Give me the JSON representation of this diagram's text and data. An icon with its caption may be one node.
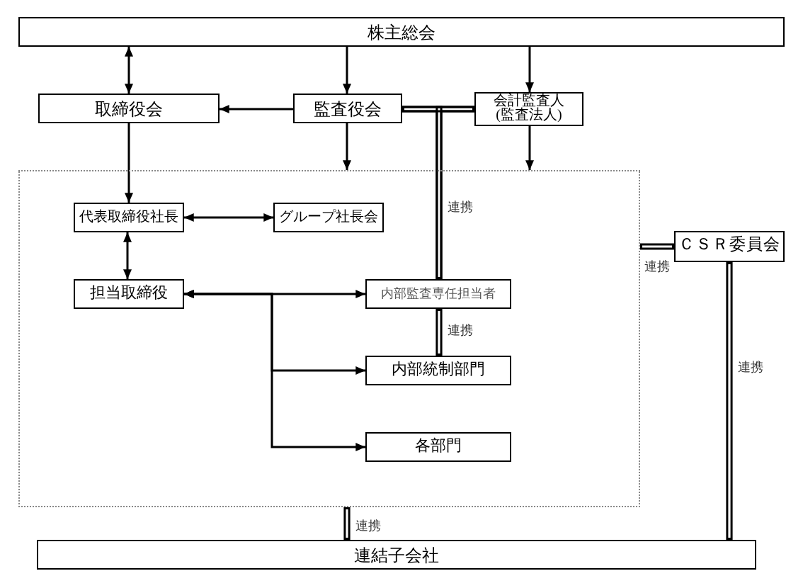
{
  "diagram": {
    "nodes": [
      {
        "text": [
          "株主総会"
        ]
      },
      {
        "text": [
          "取締役会"
        ]
      },
      {
        "text": [
          "監査役会"
        ]
      },
      {
        "text": [
          "会計監査人(監査法人)"
        ]
      },
      {
        "text": [],
        "shape": "box"
      },
      {
        "text": [
          "代表取締役社長"
        ],
        "in": 4
      },
      {
        "text": [
          "グループ社長会"
        ],
        "in": 4
      },
      {
        "text": [
          "担当取締役"
        ],
        "in": 4
      },
      {
        "text": [
          "内部監査専任担当者"
        ],
        "in": 4
      },
      {
        "text": [
          "内部統制部門"
        ],
        "in": 4
      },
      {
        "text": [
          "各部門"
        ],
        "in": 4
      },
      {
        "text": [
          "ＣＳＲ委員会"
        ]
      },
      {
        "text": [
          "連結子会社"
        ]
      }
    ],
    "edges": [
      {
        "from": 0,
        "to": 1,
        "arrow": "both"
      },
      {
        "from": 0,
        "to": 2,
        "arrow": "to"
      },
      {
        "from": 0,
        "to": 3,
        "arrow": "to"
      },
      {
        "from": 2,
        "to": 1,
        "arrow": "to"
      },
      {
        "from": 2,
        "to": 4,
        "arrow": "to"
      },
      {
        "from": 3,
        "to": 4,
        "arrow": "to"
      },
      {
        "from": 2,
        "to": 3,
        "arrow": "none",
        "style": "thick"
      },
      {
        "from": 2,
        "to": 8,
        "arrow": "none",
        "style": "thick",
        "label": "連携"
      },
      {
        "from": 3,
        "to": 8,
        "arrow": "none",
        "style": "thick"
      },
      {
        "from": 1,
        "to": 5,
        "arrow": "to"
      },
      {
        "from": 5,
        "to": 6,
        "arrow": "both"
      },
      {
        "from": 5,
        "to": 7,
        "arrow": "both"
      },
      {
        "from": 7,
        "to": 8,
        "arrow": "both"
      },
      {
        "from": 7,
        "to": 9,
        "arrow": "both"
      },
      {
        "from": 7,
        "to": 10,
        "arrow": "both"
      },
      {
        "from": 8,
        "to": 9,
        "arrow": "none",
        "style": "thick",
        "label": "連携"
      },
      {
        "from": 4,
        "to": 11,
        "arrow": "none",
        "style": "thick",
        "label": "連携"
      },
      {
        "from": 11,
        "to": 12,
        "arrow": "none",
        "style": "thick",
        "label": "連携"
      },
      {
        "from": 4,
        "to": 12,
        "arrow": "none",
        "style": "thick",
        "label": "連携"
      }
    ]
  }
}
